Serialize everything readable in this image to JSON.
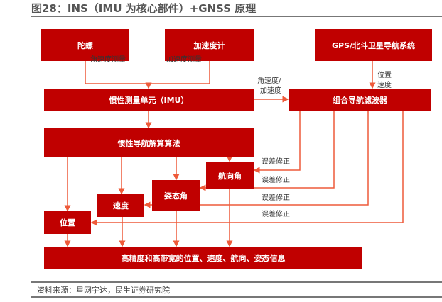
{
  "title": "图28：INS（IMU 为核心部件）+GNSS 原理",
  "nodes": {
    "gyro": "陀螺",
    "accelerometer": "加速度计",
    "gnss": "GPS/北斗卫星导航系统",
    "imu": "惯性测量单元（IMU）",
    "filter": "组合导航滤波器",
    "algorithm": "惯性导航解算算法",
    "heading": "航向角",
    "attitude": "姿态角",
    "velocity": "速度",
    "position": "位置",
    "output": "高精度和高带宽的位置、速度、航向、姿态信息"
  },
  "labels": {
    "angular_rate_meas": "角速度测量",
    "accel_meas": "加速度测量",
    "pos_line1": "位置",
    "pos_line2": "速度",
    "imu_out_line1": "角速度/",
    "imu_out_line2": "加速度",
    "correction": [
      "误差修正",
      "误差修正",
      "误差修正",
      "误差修正"
    ]
  },
  "colors": {
    "box": "#C00000",
    "line": "#EE5A3A"
  },
  "footer": "资料来源：星网宇达，民生证券研究院"
}
